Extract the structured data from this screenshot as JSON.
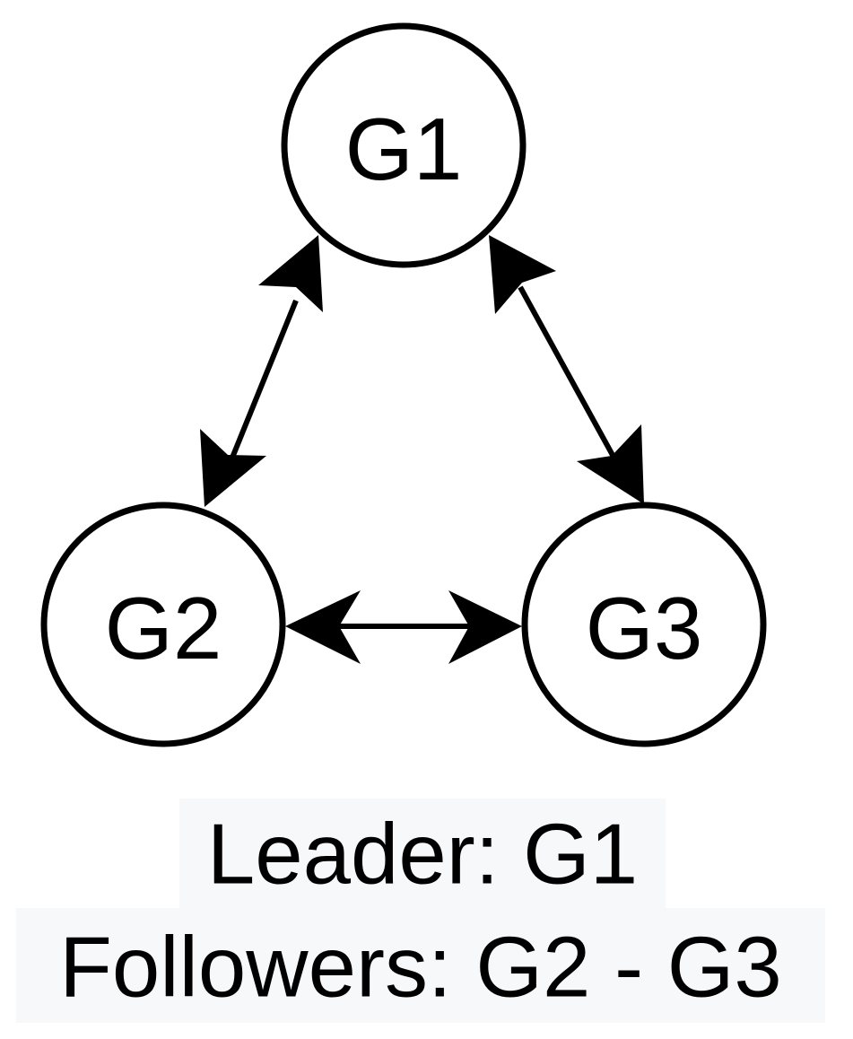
{
  "diagram": {
    "nodes": [
      {
        "id": "G1",
        "label": "G1"
      },
      {
        "id": "G2",
        "label": "G2"
      },
      {
        "id": "G3",
        "label": "G3"
      }
    ],
    "edges": [
      {
        "from": "G1",
        "to": "G2",
        "direction": "bidirectional"
      },
      {
        "from": "G1",
        "to": "G3",
        "direction": "bidirectional"
      },
      {
        "from": "G2",
        "to": "G3",
        "direction": "bidirectional"
      }
    ],
    "caption": {
      "leader_line": "Leader: G1",
      "followers_line": "Followers: G2 - G3"
    },
    "colors": {
      "stroke": "#000000",
      "caption_background": "#f7f8fa"
    }
  }
}
